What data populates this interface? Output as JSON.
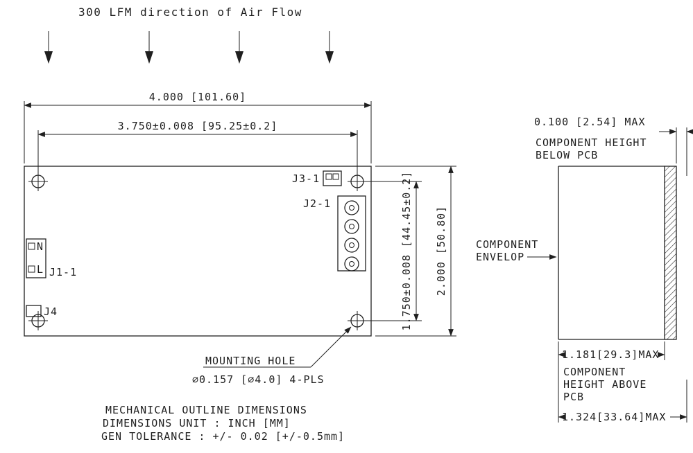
{
  "airflow": {
    "label": "300 LFM direction of Air Flow"
  },
  "top_view": {
    "dim_overall_width": "4.000 [101.60]",
    "dim_hole_spacing_horizontal": "3.750±0.008 [95.25±0.2]",
    "dim_hole_spacing_vertical": "1.750±0.008 [44.45±0.2]",
    "dim_overall_height": "2.000 [50.80]",
    "j1_label": "J1-1",
    "j1_pin_n": "N",
    "j1_pin_l": "L",
    "j2_label": "J2-1",
    "j3_label": "J3-1",
    "j4_label": "J4",
    "mounting_hole_label": "MOUNTING HOLE",
    "mounting_hole_spec": "⌀0.157 [⌀4.0] 4-PLS"
  },
  "side_view": {
    "dim_below_pcb": "0.100 [2.54] MAX",
    "below_pcb_line1": "COMPONENT HEIGHT",
    "below_pcb_line2": "BELOW PCB",
    "envelope_line1": "COMPONENT",
    "envelope_line2": "ENVELOP",
    "dim_above_pcb": "1.181[29.3]MAX",
    "above_pcb_line1": "COMPONENT",
    "above_pcb_line2": "HEIGHT ABOVE",
    "above_pcb_line3": "PCB",
    "dim_total": "1.324[33.64]MAX"
  },
  "notes": {
    "line1": "MECHANICAL OUTLINE DIMENSIONS",
    "line2": "DIMENSIONS UNIT : INCH [MM]",
    "line3": "GEN TOLERANCE : +/- 0.02 [+/-0.5mm]"
  },
  "colors": {
    "line": "#1f1f1f",
    "background": "#ffffff"
  }
}
